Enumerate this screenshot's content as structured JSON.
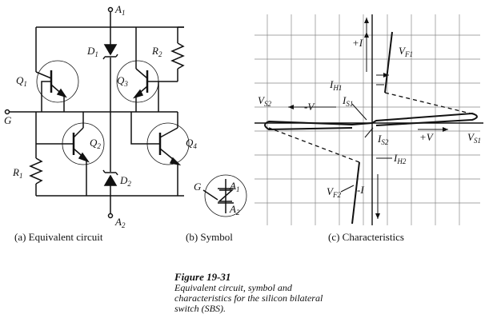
{
  "circuit": {
    "terminals": {
      "a1": "A",
      "a1_sub": "1",
      "a2": "A",
      "a2_sub": "2",
      "g": "G"
    },
    "transistors": [
      {
        "label": "Q",
        "sub": "1"
      },
      {
        "label": "Q",
        "sub": "2"
      },
      {
        "label": "Q",
        "sub": "3"
      },
      {
        "label": "Q",
        "sub": "4"
      }
    ],
    "diodes": [
      {
        "label": "D",
        "sub": "1"
      },
      {
        "label": "D",
        "sub": "2"
      }
    ],
    "resistors": [
      {
        "label": "R",
        "sub": "1"
      },
      {
        "label": "R",
        "sub": "2"
      }
    ]
  },
  "symbol": {
    "a1": "A",
    "a1_sub": "1",
    "a2": "A",
    "a2_sub": "2",
    "g": "G"
  },
  "characteristics": {
    "plus_i": "+I",
    "minus_i": "-I",
    "plus_v": "+V",
    "minus_v": "-V",
    "vf1": "V",
    "vf1_sub": "F1",
    "vf2": "V",
    "vf2_sub": "F2",
    "ih1": "I",
    "ih1_sub": "H1",
    "ih2": "I",
    "ih2_sub": "H2",
    "is1": "I",
    "is1_sub": "S1",
    "is2": "I",
    "is2_sub": "S2",
    "vs1": "V",
    "vs1_sub": "S1",
    "vs2": "V",
    "vs2_sub": "S2"
  },
  "captions": {
    "a": "(a) Equivalent circuit",
    "b": "(b) Symbol",
    "c": "(c) Characteristics"
  },
  "figure": {
    "heading": "Figure   19-31",
    "text": "Equivalent circuit, symbol and characteristics for  the  silicon bilateral switch (SBS)."
  }
}
